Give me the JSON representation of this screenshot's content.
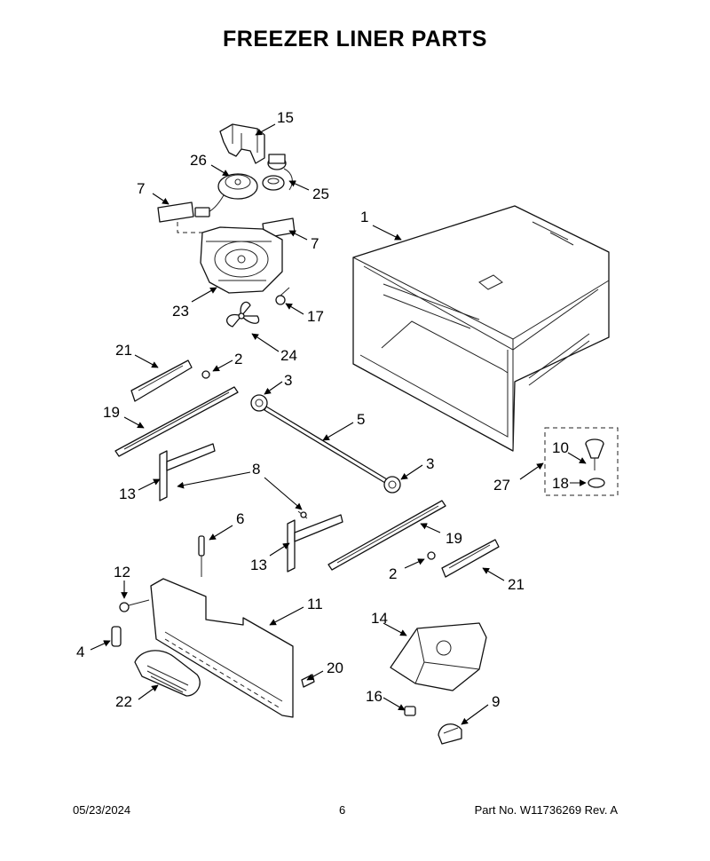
{
  "page": {
    "title": "FREEZER LINER PARTS",
    "date": "05/23/2024",
    "page_number": "6",
    "part_number": "Part No.  W11736269  Rev.  A"
  },
  "callouts": [
    {
      "id": "c15",
      "label": "15"
    },
    {
      "id": "c26",
      "label": "26"
    },
    {
      "id": "c25",
      "label": "25"
    },
    {
      "id": "c7a",
      "label": "7"
    },
    {
      "id": "c7b",
      "label": "7"
    },
    {
      "id": "c1",
      "label": "1"
    },
    {
      "id": "c23",
      "label": "23"
    },
    {
      "id": "c17",
      "label": "17"
    },
    {
      "id": "c24",
      "label": "24"
    },
    {
      "id": "c21a",
      "label": "21"
    },
    {
      "id": "c2a",
      "label": "2"
    },
    {
      "id": "c3a",
      "label": "3"
    },
    {
      "id": "c19a",
      "label": "19"
    },
    {
      "id": "c5",
      "label": "5"
    },
    {
      "id": "c13a",
      "label": "13"
    },
    {
      "id": "c8",
      "label": "8"
    },
    {
      "id": "c3b",
      "label": "3"
    },
    {
      "id": "c10",
      "label": "10"
    },
    {
      "id": "c27",
      "label": "27"
    },
    {
      "id": "c18",
      "label": "18"
    },
    {
      "id": "c6",
      "label": "6"
    },
    {
      "id": "c19b",
      "label": "19"
    },
    {
      "id": "c13b",
      "label": "13"
    },
    {
      "id": "c2b",
      "label": "2"
    },
    {
      "id": "c21b",
      "label": "21"
    },
    {
      "id": "c12",
      "label": "12"
    },
    {
      "id": "c11",
      "label": "11"
    },
    {
      "id": "c14",
      "label": "14"
    },
    {
      "id": "c4",
      "label": "4"
    },
    {
      "id": "c20",
      "label": "20"
    },
    {
      "id": "c22",
      "label": "22"
    },
    {
      "id": "c16",
      "label": "16"
    },
    {
      "id": "c9",
      "label": "9"
    }
  ]
}
